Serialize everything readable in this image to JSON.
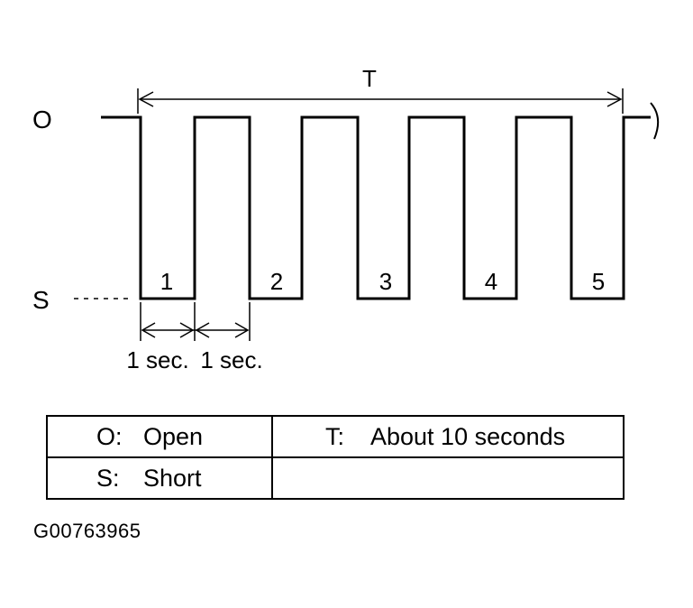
{
  "diagram": {
    "level_labels": {
      "open": "O",
      "short": "S"
    },
    "period_label": "T",
    "pulse_numbers": [
      "1",
      "2",
      "3",
      "4",
      "5"
    ],
    "interval_labels": [
      "1 sec.",
      "1 sec."
    ]
  },
  "legend": {
    "rows": [
      [
        {
          "key": "O:",
          "value": "Open"
        },
        {
          "key": "T:",
          "value": "About 10 seconds"
        }
      ],
      [
        {
          "key": "S:",
          "value": "Short"
        },
        {
          "key": "",
          "value": ""
        }
      ]
    ]
  },
  "figure_id": "G00763965"
}
